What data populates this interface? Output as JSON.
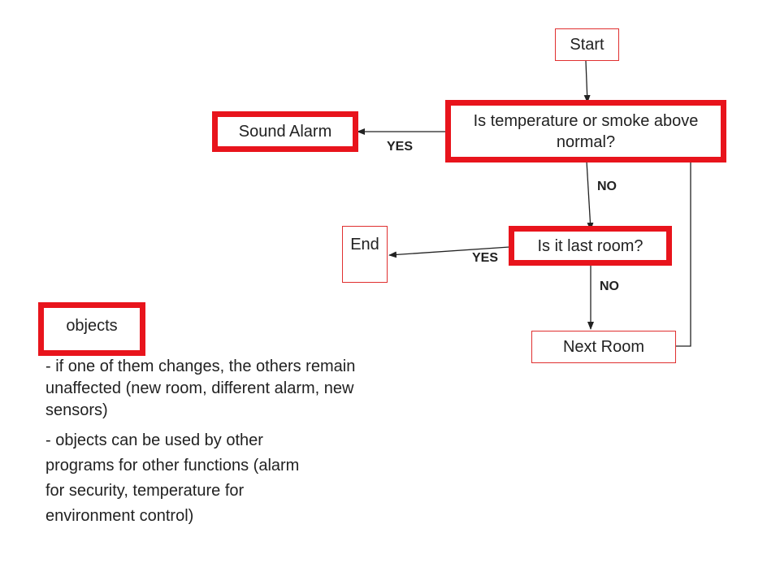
{
  "nodes": {
    "start": "Start",
    "decision_temp": "Is temperature or smoke above normal?",
    "sound_alarm": "Sound Alarm",
    "decision_last_room": "Is it last room?",
    "end": "End",
    "next_room": "Next Room"
  },
  "edge_labels": {
    "temp_yes": "YES",
    "temp_no": "NO",
    "room_yes": "YES",
    "room_no": "NO"
  },
  "legend": {
    "objects_label": "objects",
    "note_1": "- if one of them changes, the others remain unaffected (new room, different alarm, new sensors)",
    "note_2": "- objects can be used by other programs for other functions (alarm for security, temperature for environment control)"
  },
  "colors": {
    "accent_red": "#e8141c"
  }
}
